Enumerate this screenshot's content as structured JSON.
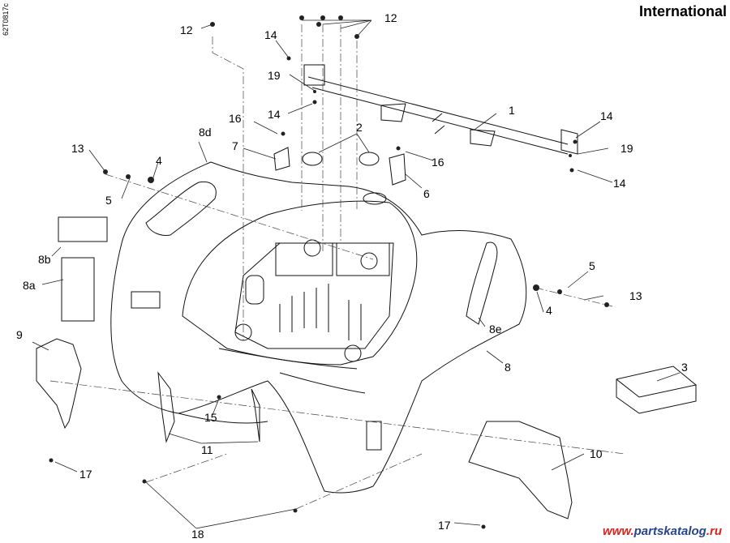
{
  "header": {
    "title": "International",
    "doc_id": "62T0817c"
  },
  "watermark": {
    "brand": "partskatalog",
    "tld": ".ru",
    "prefix": "www."
  },
  "callouts": [
    {
      "id": "c1",
      "label": "1"
    },
    {
      "id": "c2",
      "label": "2"
    },
    {
      "id": "c3",
      "label": "3"
    },
    {
      "id": "c4a",
      "label": "4"
    },
    {
      "id": "c4b",
      "label": "4"
    },
    {
      "id": "c5a",
      "label": "5"
    },
    {
      "id": "c5b",
      "label": "5"
    },
    {
      "id": "c6",
      "label": "6"
    },
    {
      "id": "c7",
      "label": "7"
    },
    {
      "id": "c8",
      "label": "8"
    },
    {
      "id": "c8a",
      "label": "8a"
    },
    {
      "id": "c8b",
      "label": "8b"
    },
    {
      "id": "c8d",
      "label": "8d"
    },
    {
      "id": "c8e",
      "label": "8e"
    },
    {
      "id": "c9",
      "label": "9"
    },
    {
      "id": "c10",
      "label": "10"
    },
    {
      "id": "c11",
      "label": "11"
    },
    {
      "id": "c12a",
      "label": "12"
    },
    {
      "id": "c12b",
      "label": "12"
    },
    {
      "id": "c13a",
      "label": "13"
    },
    {
      "id": "c13b",
      "label": "13"
    },
    {
      "id": "c14a",
      "label": "14"
    },
    {
      "id": "c14b",
      "label": "14"
    },
    {
      "id": "c14c",
      "label": "14"
    },
    {
      "id": "c14d",
      "label": "14"
    },
    {
      "id": "c15",
      "label": "15"
    },
    {
      "id": "c16a",
      "label": "16"
    },
    {
      "id": "c16b",
      "label": "16"
    },
    {
      "id": "c17a",
      "label": "17"
    },
    {
      "id": "c17b",
      "label": "17"
    },
    {
      "id": "c18",
      "label": "18"
    },
    {
      "id": "c19a",
      "label": "19"
    },
    {
      "id": "c19b",
      "label": "19"
    }
  ]
}
